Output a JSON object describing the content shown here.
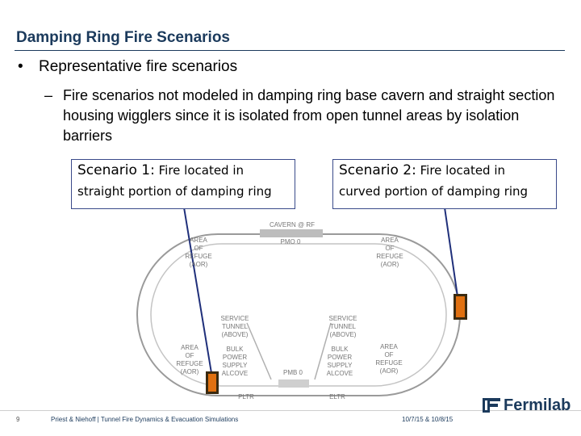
{
  "slide": {
    "title": "Damping Ring Fire Scenarios",
    "bullet": "Representative fire scenarios",
    "sub_bullet": "Fire scenarios not modeled in damping ring base cavern and straight section housing wigglers since it is isolated from open tunnel areas by isolation barriers"
  },
  "scenarios": [
    {
      "prefix": "Scenario 1:",
      "line1": " Fire located in",
      "line2": "straight portion of damping ring"
    },
    {
      "prefix": "Scenario 2:",
      "line1": " Fire located in",
      "line2": "curved portion of damping ring"
    }
  ],
  "diagram": {
    "cavern": "CAVERN @ RF",
    "pmo": "PMO 0",
    "pmb": "PMB 0",
    "pltr": "PLTR",
    "eltr": "ELTR",
    "aor_tl": [
      "AREA",
      "OF",
      "REFUGE",
      "(AOR)"
    ],
    "aor_tr": [
      "AREA",
      "OF",
      "REFUGE",
      "(AOR)"
    ],
    "aor_bl": [
      "AREA",
      "OF",
      "REFUGE",
      "(AOR)"
    ],
    "aor_br": [
      "AREA",
      "OF",
      "REFUGE",
      "(AOR)"
    ],
    "service_l": [
      "SERVICE",
      "TUNNEL",
      "(ABOVE)"
    ],
    "service_r": [
      "SERVICE",
      "TUNNEL",
      "(ABOVE)"
    ],
    "bulk_l": [
      "BULK",
      "POWER",
      "SUPPLY",
      "ALCOVE"
    ],
    "bulk_r": [
      "BULK",
      "POWER",
      "SUPPLY",
      "ALCOVE"
    ]
  },
  "footer": {
    "page": "9",
    "text": "Priest & Niehoff | Tunnel Fire Dynamics & Evacuation Simulations",
    "date": "10/7/15 & 10/8/15",
    "logo": "Fermilab"
  },
  "colors": {
    "title": "#1b3a5c",
    "pointer": "#1f2f7a",
    "fire": "#e07010"
  }
}
